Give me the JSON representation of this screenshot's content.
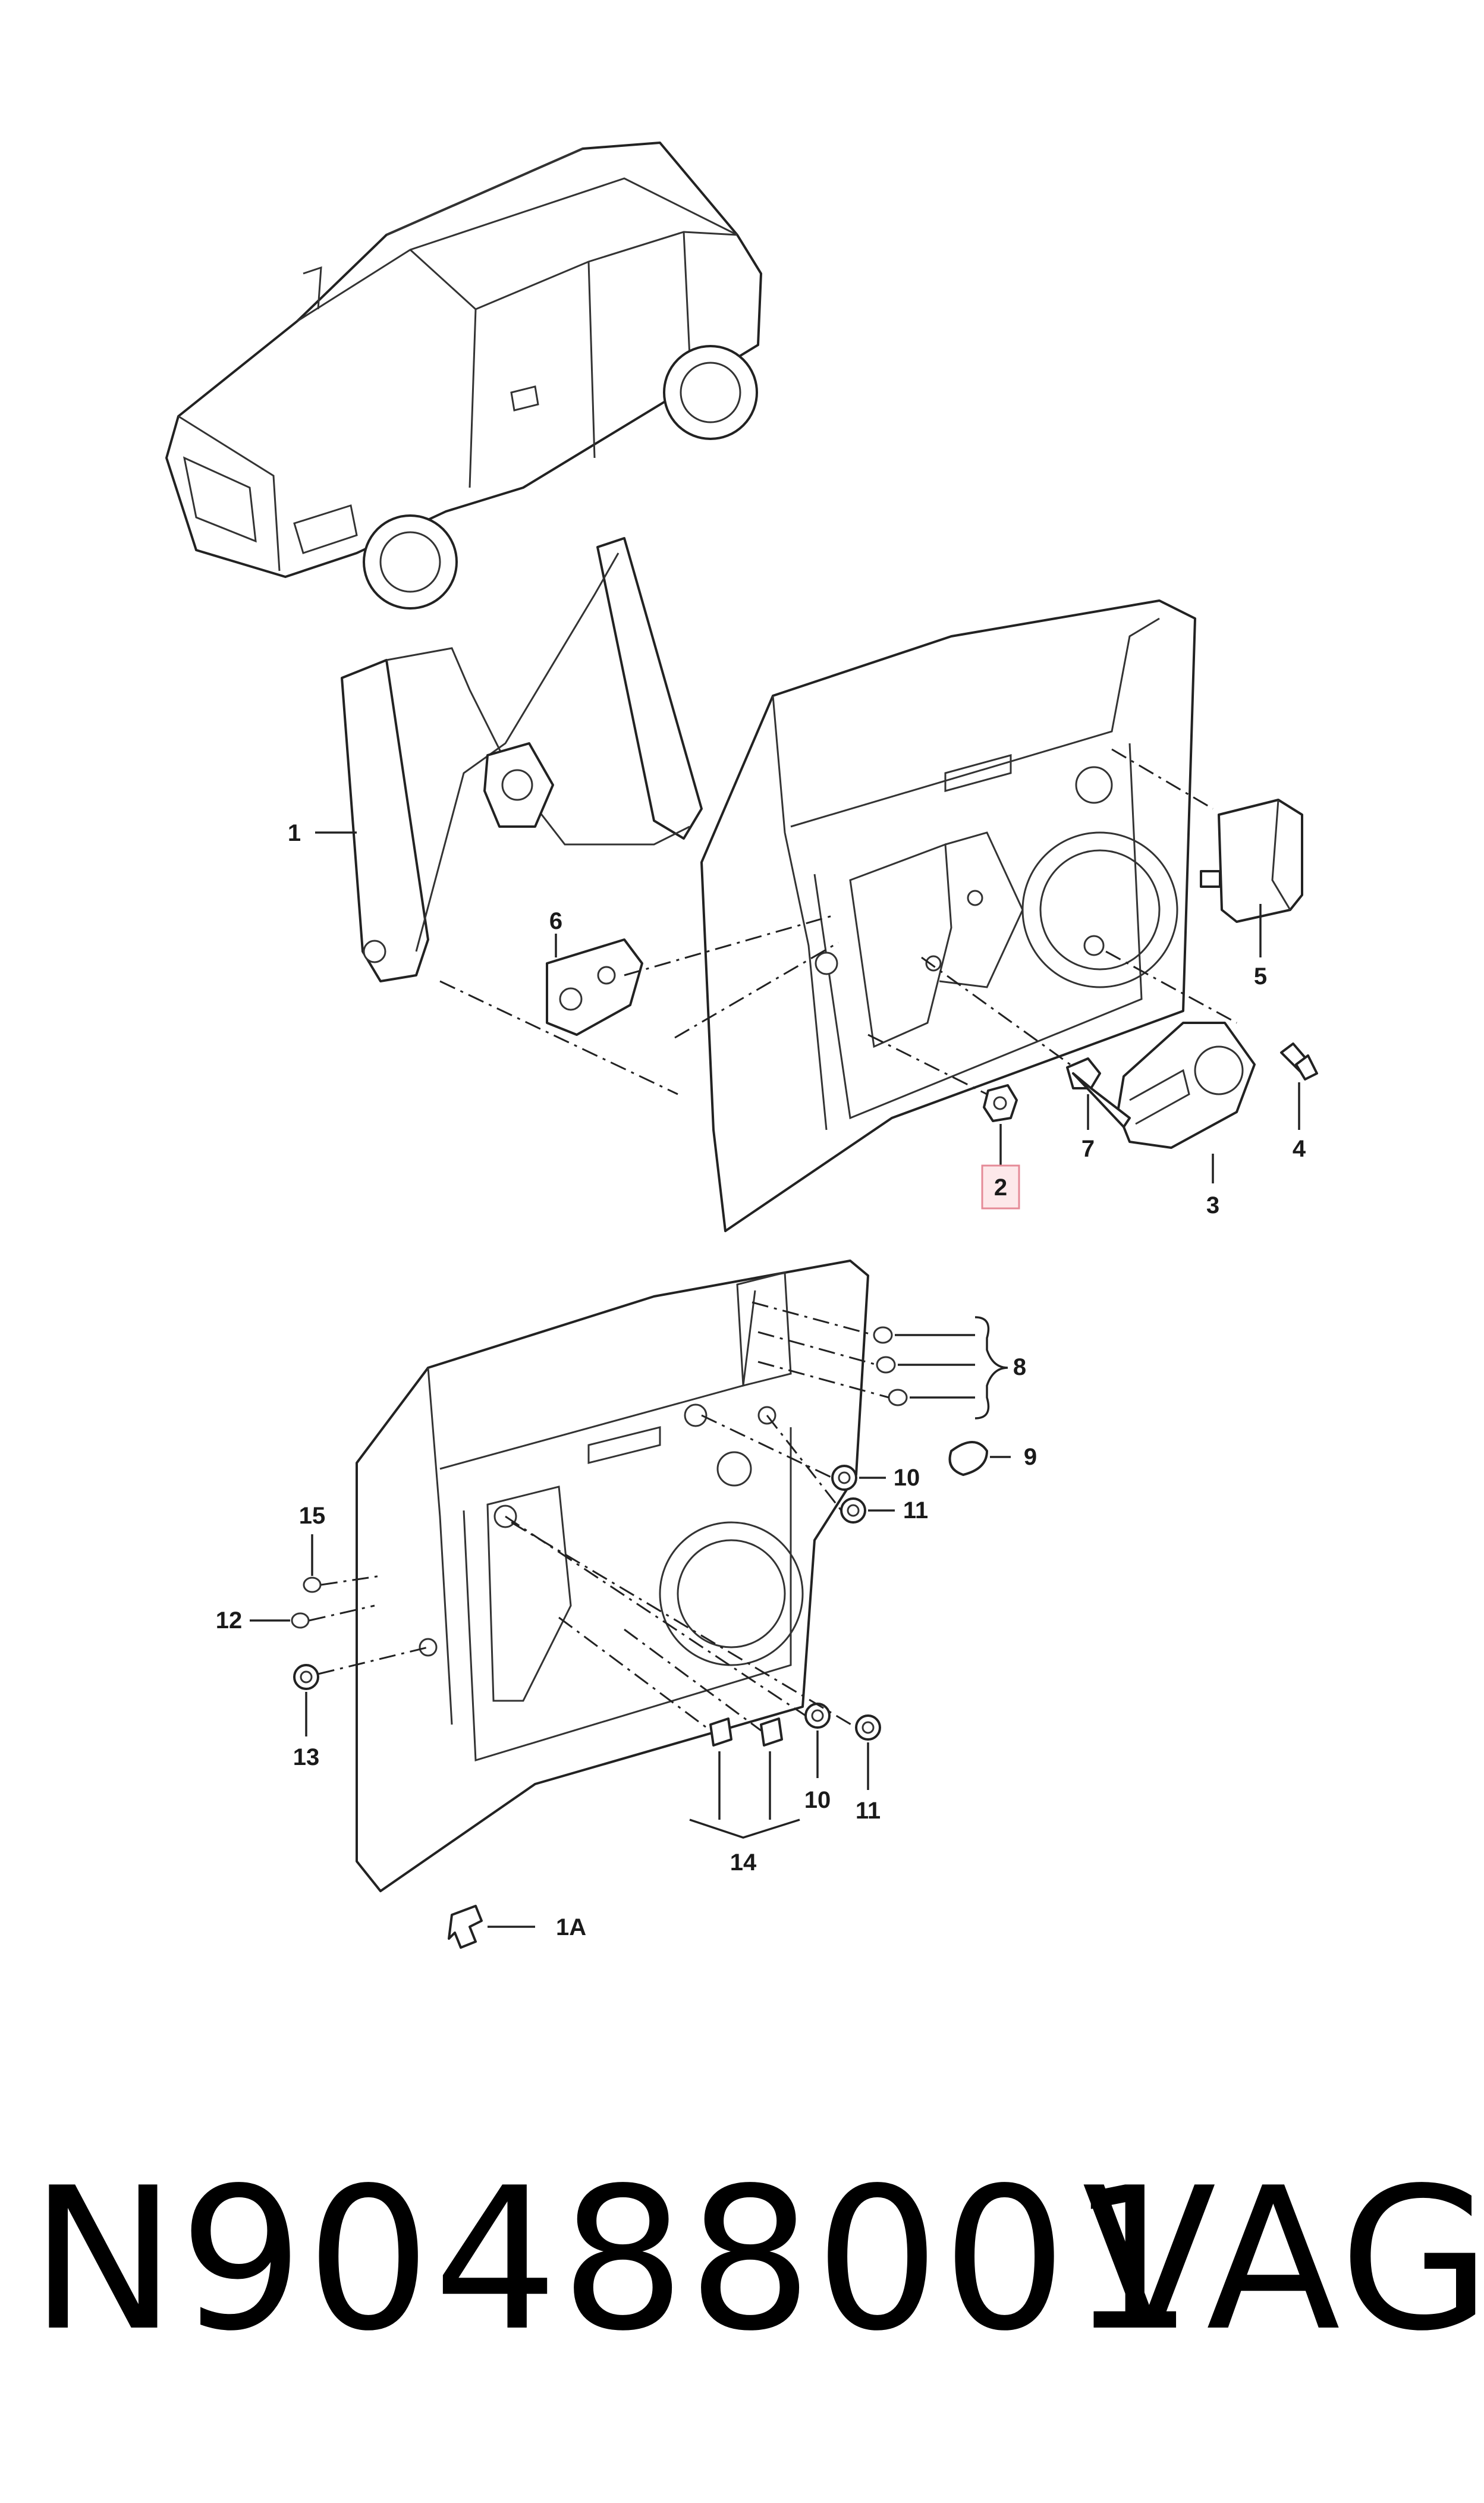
{
  "callouts": {
    "c1": "1",
    "c1a": "1A",
    "c2": "2",
    "c3": "3",
    "c4": "4",
    "c5": "5",
    "c6": "6",
    "c7": "7",
    "c8": "8",
    "c9": "9",
    "c10a": "10",
    "c10b": "10",
    "c11a": "11",
    "c11b": "11",
    "c12": "12",
    "c13": "13",
    "c14": "14",
    "c15": "15"
  },
  "highlighted_callout": "2",
  "highlight_color": "#e58a97",
  "footer": {
    "part_number": "N90488001",
    "brand": "VAG"
  }
}
